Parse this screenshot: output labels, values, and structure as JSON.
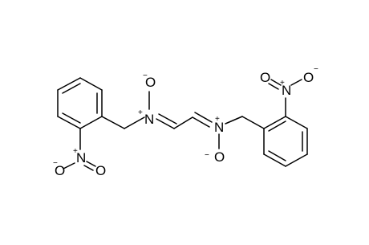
{
  "molecule": {
    "labels": {
      "n_left_oxide": "N",
      "o_left_oxide": "O",
      "n_right_oxide": "N",
      "o_right_oxide": "O",
      "n_left_nitro": "N",
      "o_left_nitro_a": "O",
      "o_left_nitro_b": "O",
      "n_right_nitro": "N",
      "o_right_nitro_a": "O",
      "o_right_nitro_b": "O"
    },
    "charges": {
      "plus": "+",
      "minus": "−"
    }
  }
}
